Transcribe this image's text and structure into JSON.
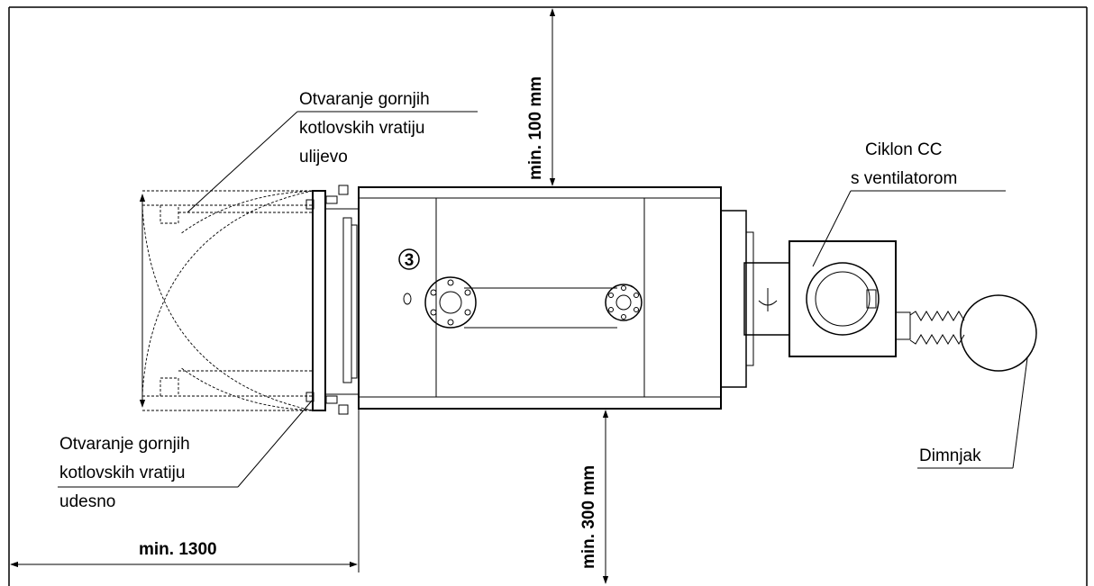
{
  "labels": {
    "door_left_line1": "Otvaranje gornjih",
    "door_left_line2": "kotlovskih vratiju",
    "door_left_line3": "ulijevo",
    "door_right_line1": "Otvaranje gornjih",
    "door_right_line2": "kotlovskih vratiju",
    "door_right_line3": "udesno",
    "cyclone_line1": "Ciklon CC",
    "cyclone_line2": "s ventilatorom",
    "chimney": "Dimnjak",
    "marker_number": "3"
  },
  "dimensions": {
    "top_clearance": "min. 100 mm",
    "bottom_clearance": "min. 300 mm",
    "left_clearance": "min. 1300"
  }
}
